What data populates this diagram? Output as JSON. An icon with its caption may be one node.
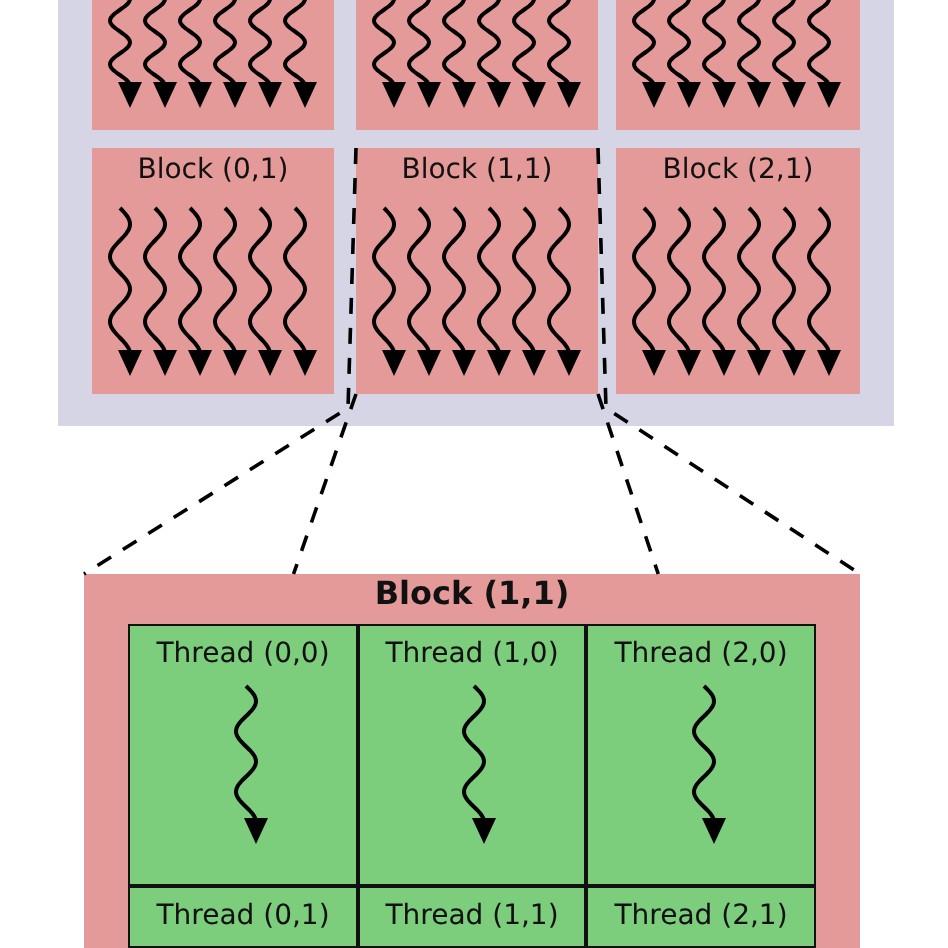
{
  "diagram": {
    "nodes": [
      {
        "text": [],
        "shape": "box"
      },
      {
        "text": [],
        "shape": "box",
        "in": 0
      },
      {
        "text": [],
        "shape": "box",
        "in": 0
      },
      {
        "text": [],
        "shape": "box",
        "in": 0
      },
      {
        "text": [
          "Block (0,1)"
        ],
        "in": 0
      },
      {
        "text": [
          "Block (1,1)"
        ],
        "in": 0
      },
      {
        "text": [
          "Block (2,1)"
        ],
        "in": 0
      },
      {
        "text": [
          "Block (1,1)"
        ]
      },
      {
        "text": [
          "Thread (0,0)"
        ],
        "in": 7
      },
      {
        "text": [
          "Thread (1,0)"
        ],
        "in": 7
      },
      {
        "text": [
          "Thread (2,0)"
        ],
        "in": 7
      },
      {
        "text": [
          "Thread (0,1)"
        ],
        "in": 7
      },
      {
        "text": [
          "Thread (1,1)"
        ],
        "in": 7
      },
      {
        "text": [
          "Thread (2,1)"
        ],
        "in": 7
      }
    ],
    "edges": [
      {
        "from": 5,
        "to": 7,
        "arrow": "none",
        "style": "dashed"
      },
      {
        "from": 5,
        "to": 7,
        "arrow": "none",
        "style": "dashed"
      },
      {
        "from": 5,
        "to": 7,
        "arrow": "none",
        "style": "dashed"
      },
      {
        "from": 5,
        "to": 7,
        "arrow": "none",
        "style": "dashed"
      }
    ]
  }
}
